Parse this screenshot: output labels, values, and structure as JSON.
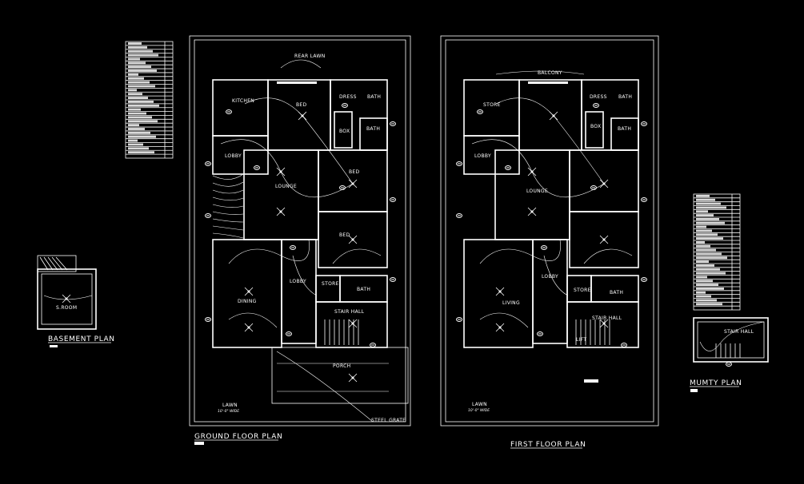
{
  "colors": {
    "background": "#000000",
    "linework": "#ffffff"
  },
  "ground_floor": {
    "title": "GROUND FLOOR PLAN",
    "rooms": [
      {
        "name": "REAR LAWN"
      },
      {
        "name": "KITCHEN"
      },
      {
        "name": "BED"
      },
      {
        "name": "DRESS"
      },
      {
        "name": "BATH"
      },
      {
        "name": "BOX"
      },
      {
        "name": "BATH"
      },
      {
        "name": "LOBBY"
      },
      {
        "name": "BED"
      },
      {
        "name": "LOUNGE"
      },
      {
        "name": "BED"
      },
      {
        "name": "LOBBY"
      },
      {
        "name": "STORE"
      },
      {
        "name": "BATH"
      },
      {
        "name": "DINING"
      },
      {
        "name": "STAIR HALL"
      },
      {
        "name": "PORCH"
      },
      {
        "name": "LAWN"
      },
      {
        "name": "STEEL GRATE"
      }
    ],
    "lawn_width": "10'-0\" WIDE"
  },
  "first_floor": {
    "title": "FIRST FLOOR PLAN",
    "rooms": [
      {
        "name": "BALCONY"
      },
      {
        "name": "STORE"
      },
      {
        "name": "DRESS"
      },
      {
        "name": "BATH"
      },
      {
        "name": "BOX"
      },
      {
        "name": "BATH"
      },
      {
        "name": "LOBBY"
      },
      {
        "name": "LOUNGE"
      },
      {
        "name": "LOBBY"
      },
      {
        "name": "STORE"
      },
      {
        "name": "BATH"
      },
      {
        "name": "LIVING"
      },
      {
        "name": "STAIR HALL"
      },
      {
        "name": "LIFT"
      },
      {
        "name": "LAWN"
      }
    ],
    "lawn_width": "10'-0\" WIDE"
  },
  "basement": {
    "title": "BASEMENT PLAN",
    "room": "S.ROOM"
  },
  "mumty": {
    "title": "MUMTY PLAN",
    "room": "STAIR HALL"
  }
}
